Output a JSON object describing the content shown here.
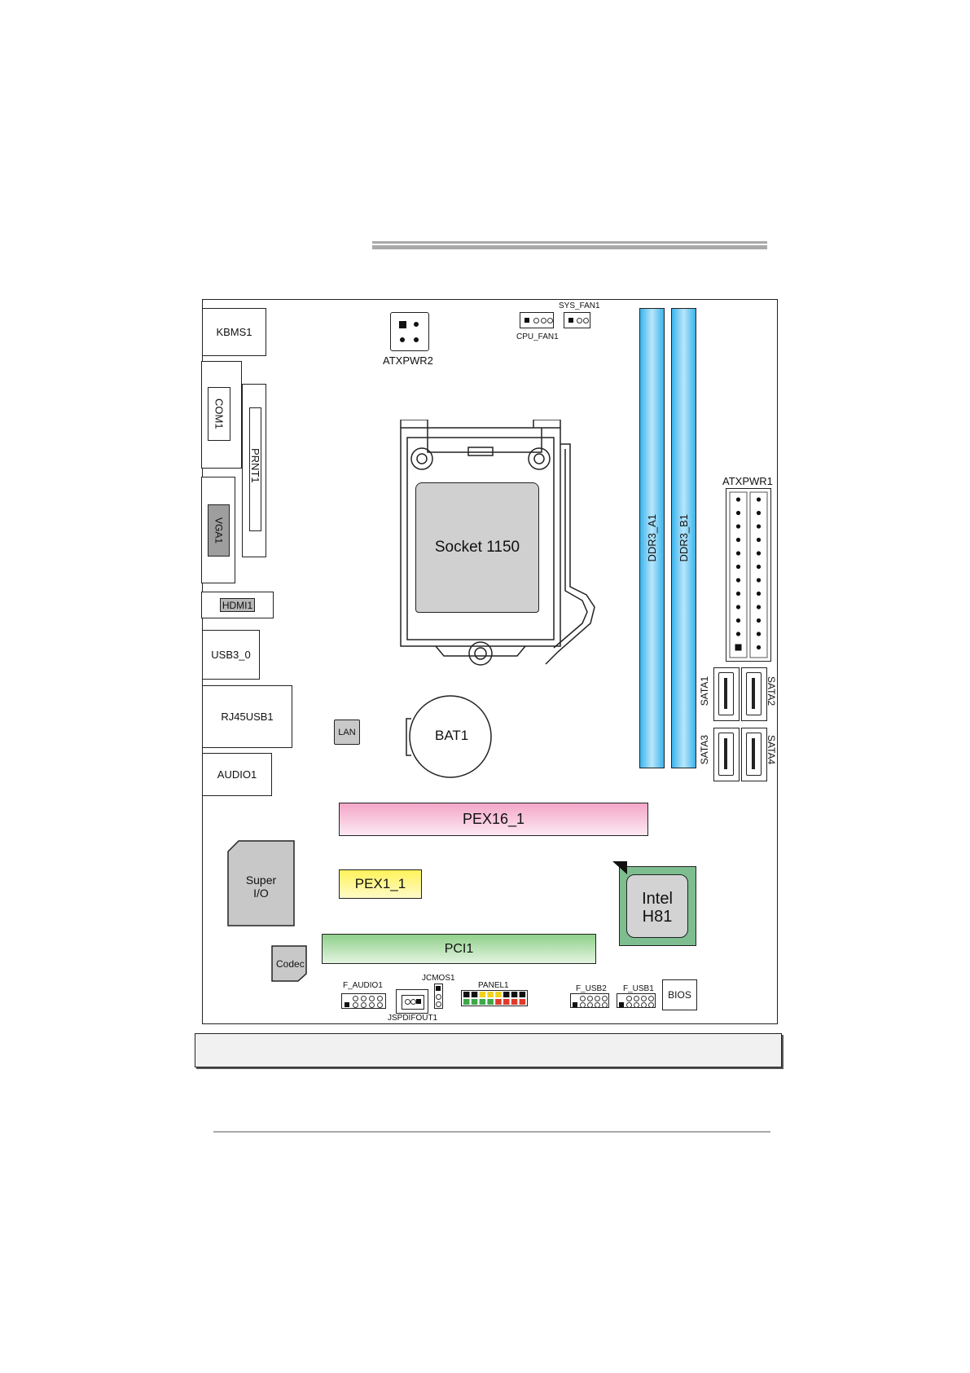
{
  "labels": {
    "kbms": "KBMS1",
    "com": "COM1",
    "prnt": "PRNT1",
    "vga": "VGA1",
    "hdmi": "HDMI1",
    "usb3": "USB3_0",
    "rj45": "RJ45USB1",
    "audio": "AUDIO1",
    "atxpwr2": "ATXPWR2",
    "cpu_fan": "CPU_FAN1",
    "sys_fan": "SYS_FAN1",
    "socket": "Socket 1150",
    "ddr_a": "DDR3_A1",
    "ddr_b": "DDR3_B1",
    "atxpwr1": "ATXPWR1",
    "sata1": "SATA1",
    "sata2": "SATA2",
    "sata3": "SATA3",
    "sata4": "SATA4",
    "lan": "LAN",
    "bat": "BAT1",
    "pex16": "PEX16_1",
    "super_io_line1": "Super",
    "super_io_line2": "I/O",
    "pex1": "PEX1_1",
    "chipset_line1": "Intel",
    "chipset_line2": "H81",
    "pci": "PCI1",
    "codec": "Codec",
    "f_audio": "F_AUDIO1",
    "jcmos": "JCMOS1",
    "spdif": "JSPDIFOUT1",
    "panel": "PANEL1",
    "f_usb2": "F_USB2",
    "f_usb1": "F_USB1",
    "bios": "BIOS"
  },
  "colors": {
    "dimm": "#3ab4ec",
    "pex16": "#f4a6c8",
    "pex1": "#fff35a",
    "pci": "#8fd08a",
    "chipset_border": "#5aa56e",
    "chip_gray": "#c8c8c8"
  }
}
